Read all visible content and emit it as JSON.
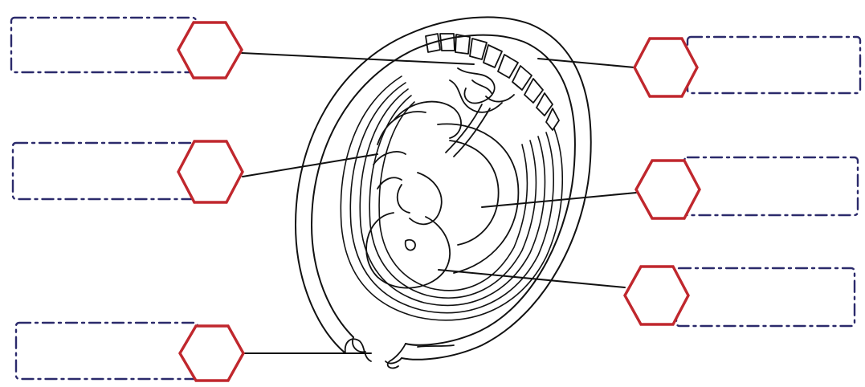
{
  "diagram": {
    "type": "fill-in-the-blank uterus / fetus labeling worksheet",
    "colors": {
      "hexagon_stroke": "#c0272d",
      "box_stroke": "#2b2a6b",
      "leader_line": "#111111",
      "illustration_stroke": "#111111"
    },
    "labels": [
      {
        "id": "left-1",
        "side": "left",
        "answer": ""
      },
      {
        "id": "left-2",
        "side": "left",
        "answer": ""
      },
      {
        "id": "left-3",
        "side": "left",
        "answer": ""
      },
      {
        "id": "right-1",
        "side": "right",
        "answer": ""
      },
      {
        "id": "right-2",
        "side": "right",
        "answer": ""
      },
      {
        "id": "right-3",
        "side": "right",
        "answer": ""
      }
    ]
  }
}
